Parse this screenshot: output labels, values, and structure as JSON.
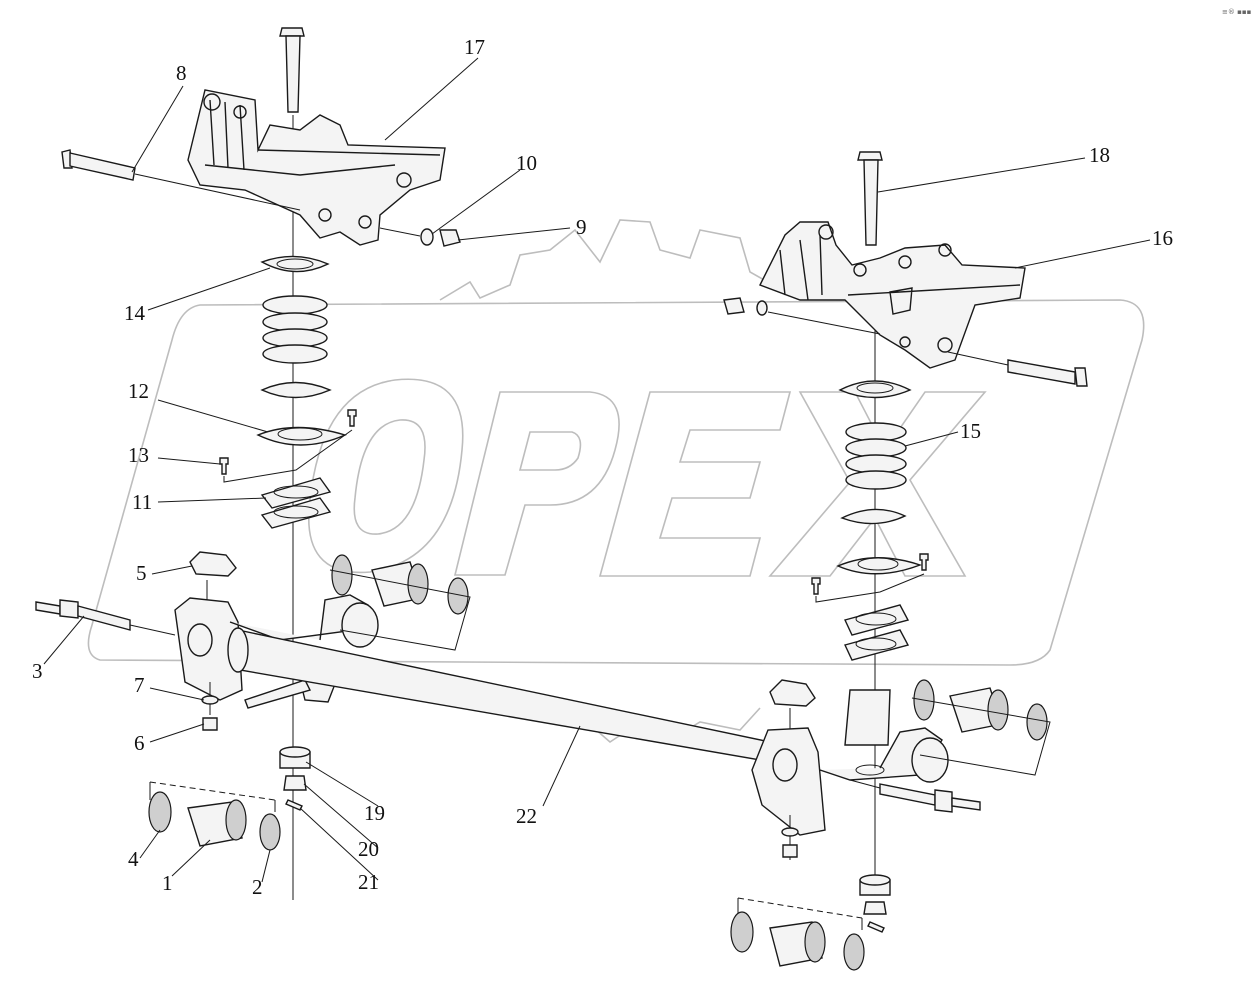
{
  "watermark": {
    "text": "OPEX",
    "color": "#bdbdbd"
  },
  "corner_mark": "≡® ▪▪▪",
  "callouts": [
    {
      "id": "c1",
      "label": "1"
    },
    {
      "id": "c2",
      "label": "2"
    },
    {
      "id": "c3",
      "label": "3"
    },
    {
      "id": "c4",
      "label": "4"
    },
    {
      "id": "c5",
      "label": "5"
    },
    {
      "id": "c6",
      "label": "6"
    },
    {
      "id": "c7",
      "label": "7"
    },
    {
      "id": "c8",
      "label": "8"
    },
    {
      "id": "c9",
      "label": "9"
    },
    {
      "id": "c10",
      "label": "10"
    },
    {
      "id": "c11",
      "label": "11"
    },
    {
      "id": "c12",
      "label": "12"
    },
    {
      "id": "c13",
      "label": "13"
    },
    {
      "id": "c14",
      "label": "14"
    },
    {
      "id": "c15",
      "label": "15"
    },
    {
      "id": "c16",
      "label": "16"
    },
    {
      "id": "c17",
      "label": "17"
    },
    {
      "id": "c18",
      "label": "18"
    },
    {
      "id": "c19",
      "label": "19"
    },
    {
      "id": "c20",
      "label": "20"
    },
    {
      "id": "c21",
      "label": "21"
    },
    {
      "id": "c22",
      "label": "22"
    }
  ]
}
